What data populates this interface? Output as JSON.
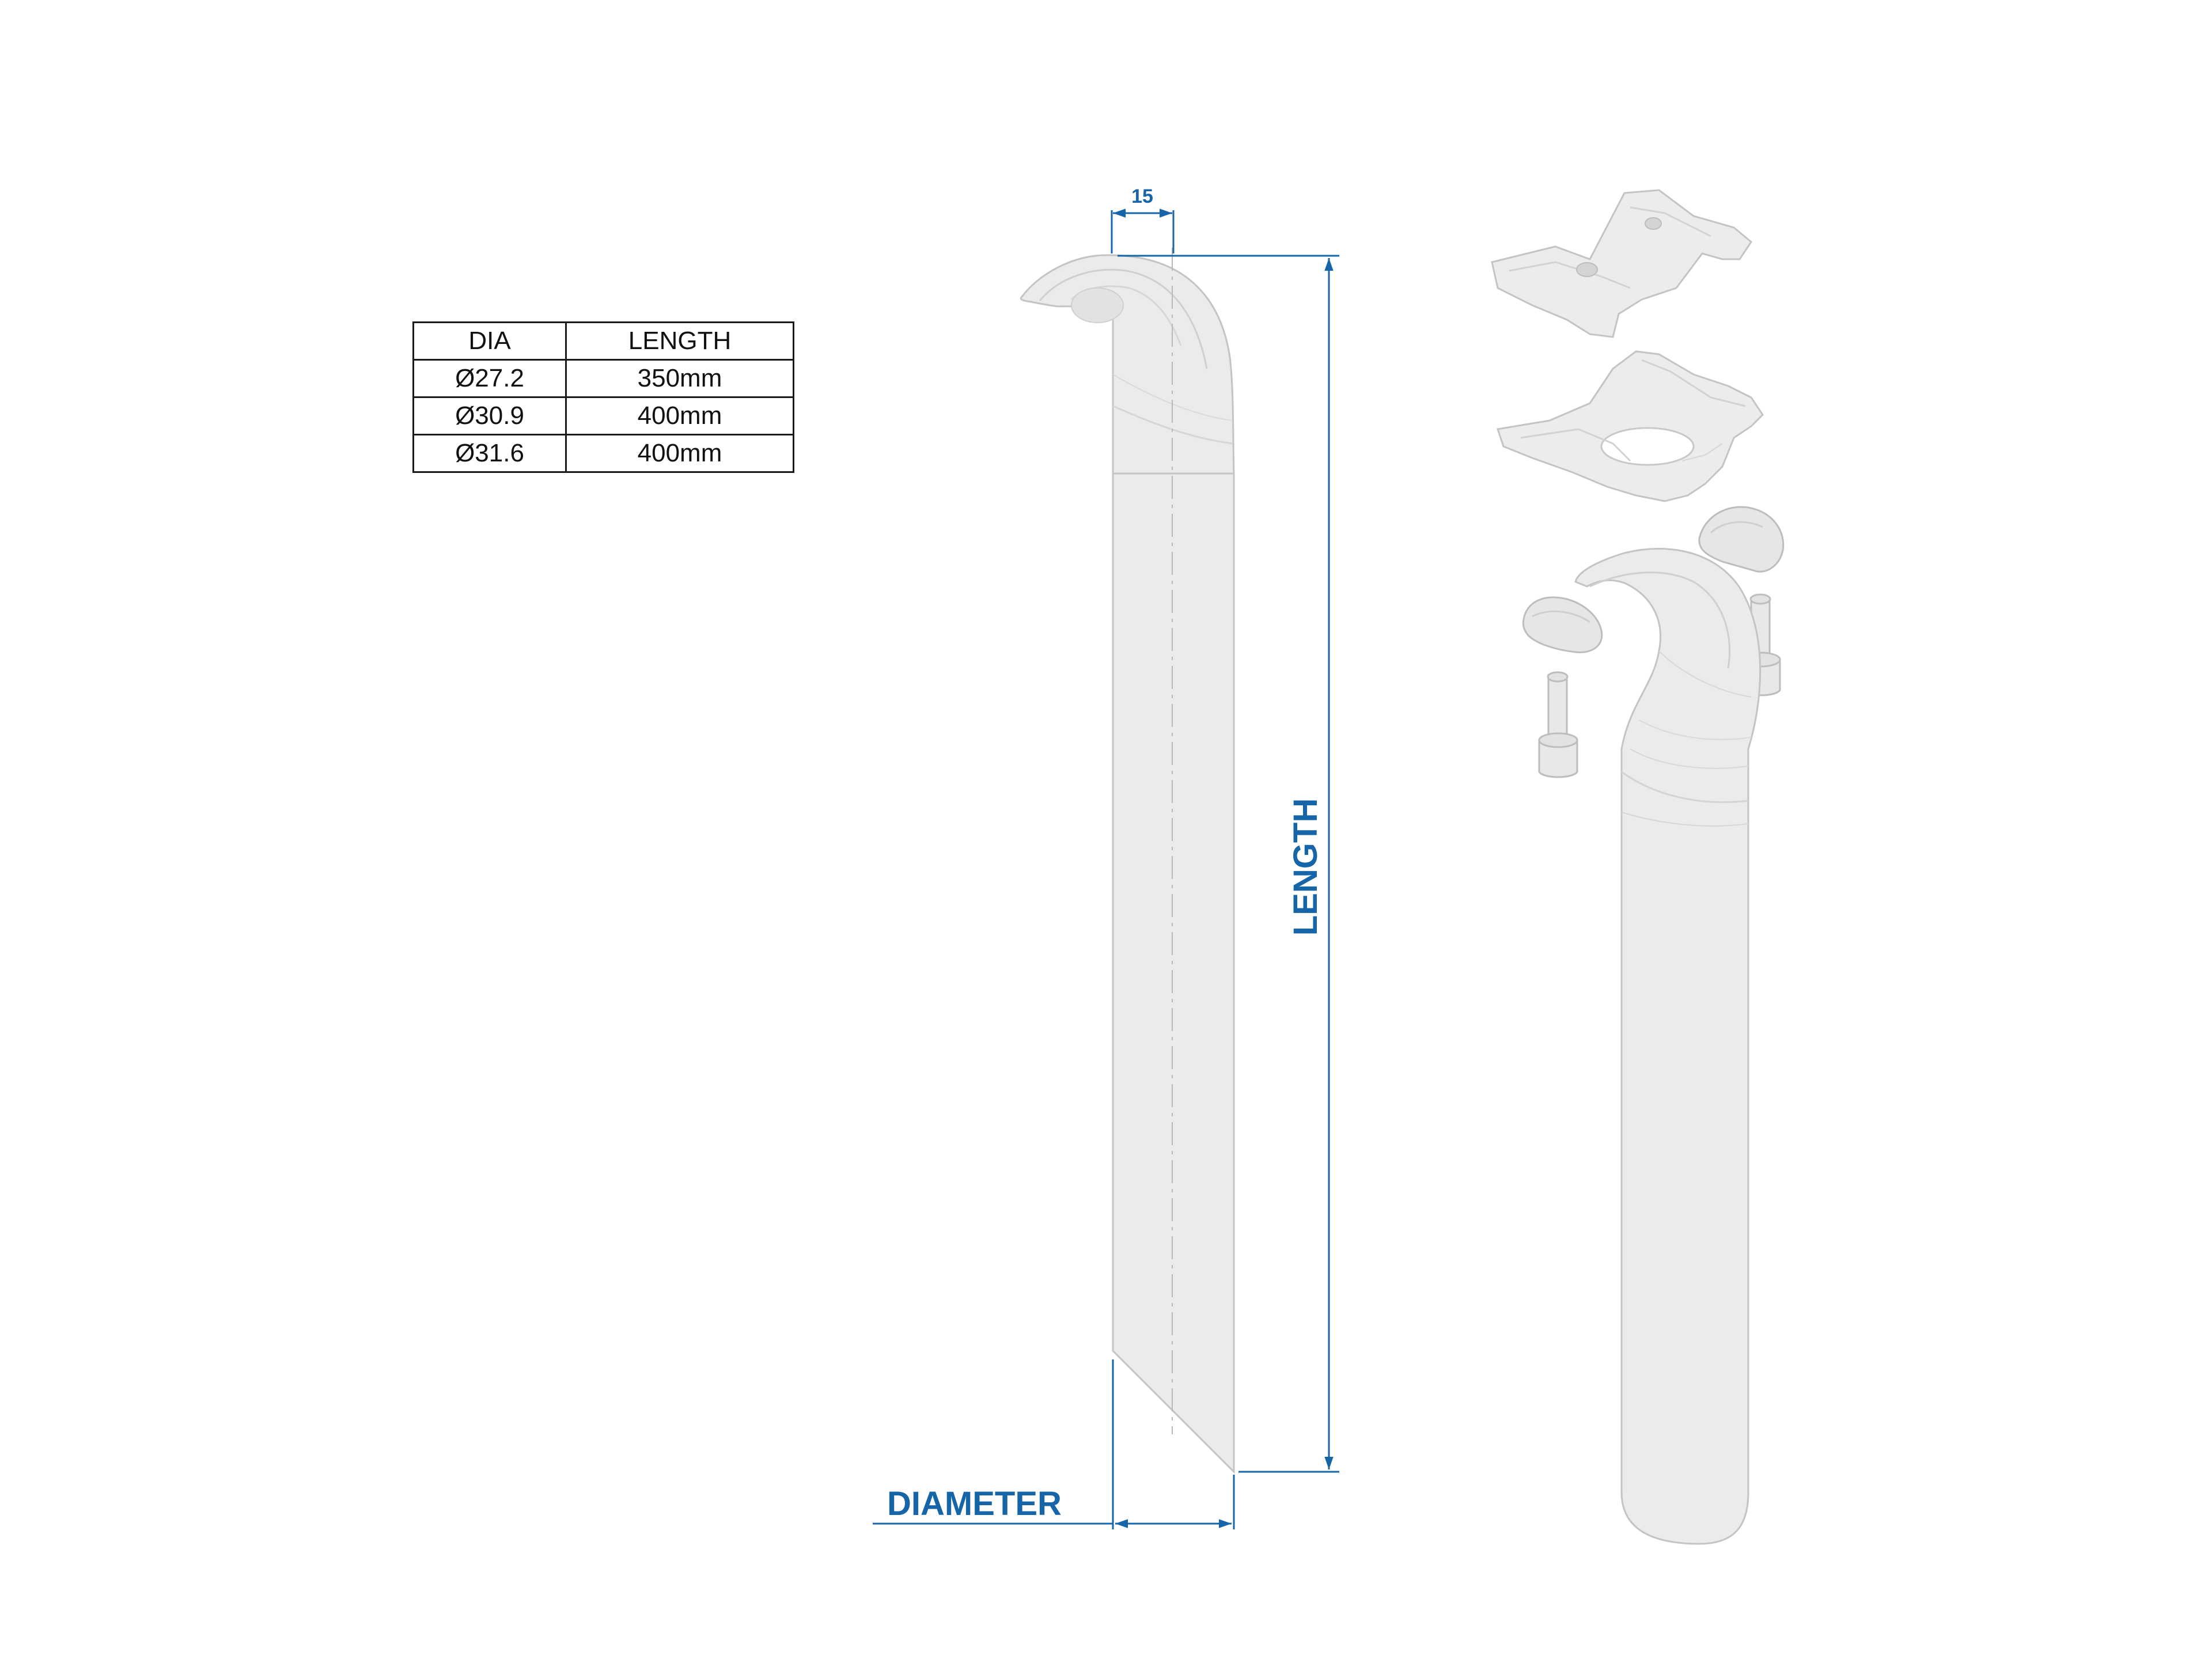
{
  "table": {
    "headers": [
      "DIA",
      "LENGTH"
    ],
    "rows": [
      {
        "dia": "Ø27.2",
        "length": "350mm"
      },
      {
        "dia": "Ø30.9",
        "length": "400mm"
      },
      {
        "dia": "Ø31.6",
        "length": "400mm"
      }
    ]
  },
  "dimensions": {
    "offset": "15",
    "length": "LENGTH",
    "diameter": "DIAMETER"
  },
  "colors": {
    "dimension": "#1565a8",
    "part_fill": "#ebebeb",
    "part_line": "#c4c4c4"
  }
}
